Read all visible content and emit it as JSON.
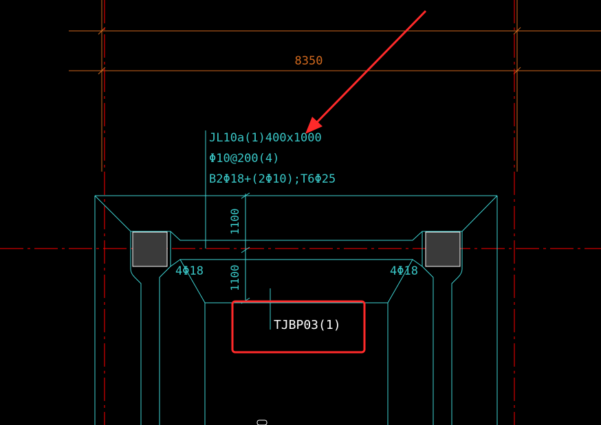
{
  "colors": {
    "background": "#000000",
    "dimension": "#d2691e",
    "axis": "#ff0000",
    "outline": "#3fd4d4",
    "annotation": "#39c6c6",
    "column_fill": "#3a3a3a",
    "highlight": "#ff2a2a"
  },
  "dimension": {
    "overall": "8350",
    "offset_upper": "1100",
    "offset_lower": "1100"
  },
  "beam_label": {
    "name": "JL10a(1)400x1000",
    "stirrup": "Φ10@200(4)",
    "rebar": "B2Φ18+(2Φ10);T6Φ25"
  },
  "rebar_labels": {
    "left": "4Φ18",
    "right": "4Φ18"
  },
  "foundation_label": "TJBP03(1)",
  "annotations": {
    "arrow_icon": "red-pointer-arrow",
    "highlight_box": "red-highlight-rectangle"
  }
}
